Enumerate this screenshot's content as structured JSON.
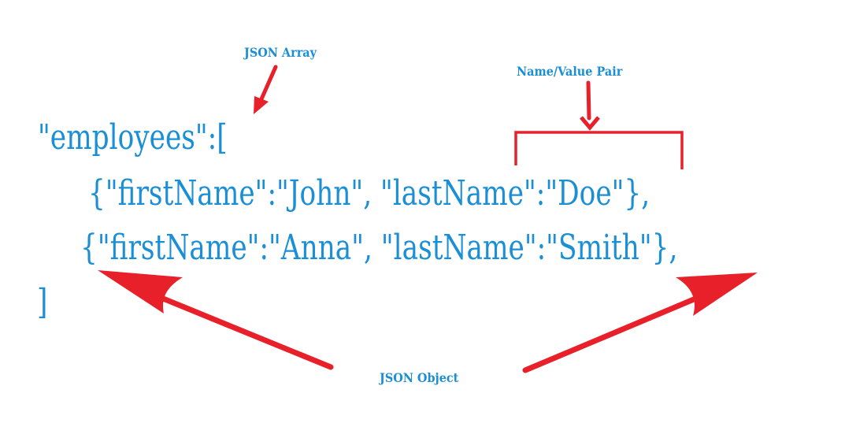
{
  "code_lines": {
    "employees": "\"employees\":[",
    "object_1": "{\"firstName\":\"John\", \"lastName\":\"Doe\"},",
    "object_2": "{\"firstName\":\"Anna\", \"lastName\":\"Smith\"},",
    "closing": "]"
  },
  "annotations": {
    "json_array": "JSON Array",
    "name_value_pair": "Name/Value Pair",
    "json_object": "JSON Object"
  },
  "colors": {
    "code_text": "#1a8fd6",
    "arrow": "#e8202a",
    "background": "#ffffff"
  }
}
